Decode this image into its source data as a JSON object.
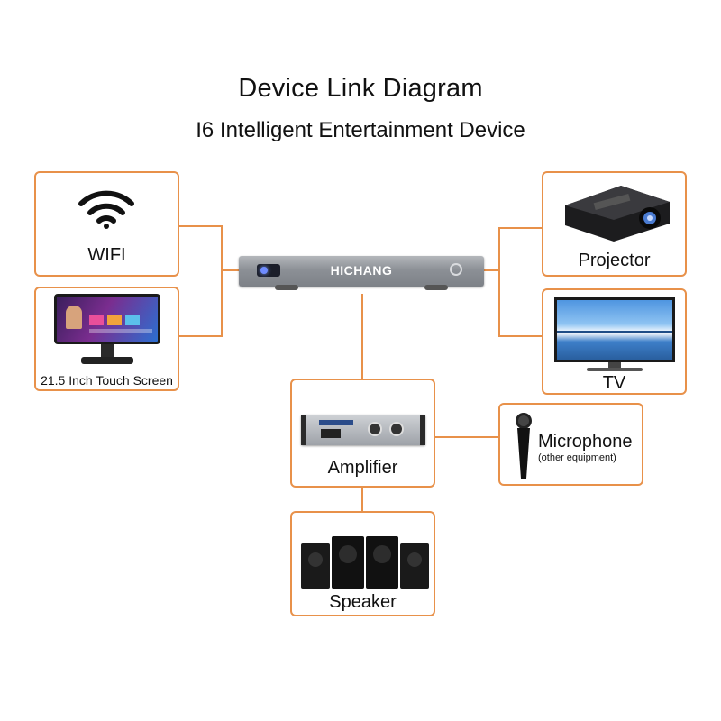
{
  "header": {
    "title": "Device Link Diagram",
    "subtitle": "I6 Intelligent Entertainment Device"
  },
  "hub": {
    "brand": "HICHANG"
  },
  "devices": {
    "wifi": {
      "label": "WIFI",
      "icon": "wifi-icon"
    },
    "touch_screen": {
      "label": "21.5 Inch Touch Screen",
      "icon": "touch-screen-icon"
    },
    "projector": {
      "label": "Projector",
      "icon": "projector-icon"
    },
    "tv": {
      "label": "TV",
      "icon": "tv-icon"
    },
    "amplifier": {
      "label": "Amplifier",
      "icon": "amplifier-icon"
    },
    "microphone": {
      "label": "Microphone",
      "note": "(other equipment)",
      "icon": "microphone-icon"
    },
    "speaker": {
      "label": "Speaker",
      "icon": "speaker-icon"
    }
  },
  "colors": {
    "accent": "#e8914a",
    "hub": "#8a8d92"
  }
}
